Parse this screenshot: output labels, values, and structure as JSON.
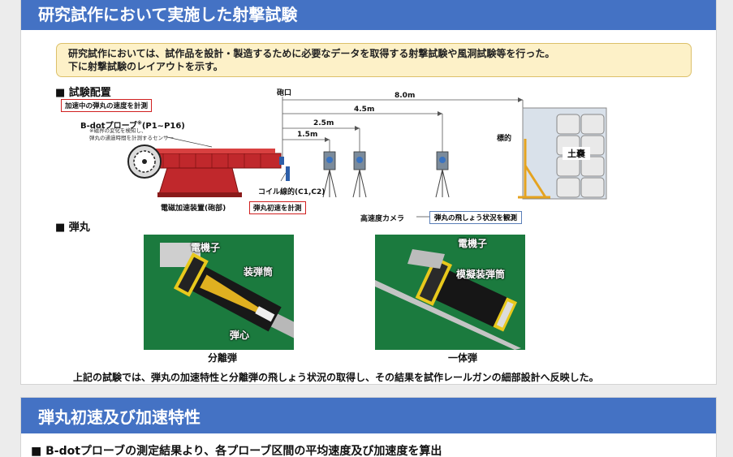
{
  "slide1": {
    "title": "研究試作において実施した射撃試験",
    "intro_line1": "研究試作においては、試作品を設計・製造するために必要なデータを取得する射撃試験や風洞試験等を行った。",
    "intro_line2": "下に射撃試験のレイアウトを示す。",
    "section_layout": "■ 試験配置",
    "section_projectile": "■ 弾丸",
    "labels": {
      "muzzle": "砲口",
      "dist_8": "8.0m",
      "dist_45": "4.5m",
      "dist_25": "2.5m",
      "dist_15": "1.5m",
      "target": "標的",
      "sandbag": "土嚢",
      "accel_speed": "加速中の弾丸の速度を計測",
      "bdot": "B-dotプローブ",
      "bdot_note": "※",
      "bdot_range": "(P1~P16)",
      "bdot_desc1": "※磁界の変化を検知し、",
      "bdot_desc2": "弾丸の通過時間を計測するセンサー",
      "coil": "コイル線的(C1,C2)",
      "initial_speed": "弾丸初速を計測",
      "launcher": "電磁加速装置(砲部)",
      "camera": "高速度カメラ",
      "camera_note": "弾丸の飛しょう状況を観測"
    },
    "photo_left": {
      "electrode": "電機子",
      "sabot": "装弾筒",
      "core": "弾心",
      "caption": "分離弾"
    },
    "photo_right": {
      "electrode": "電機子",
      "sabot": "模擬装弾筒",
      "caption": "一体弾"
    },
    "summary": "上記の試験では、弾丸の加速特性と分離弾の飛しょう状況の取得し、その結果を試作レールガンの細部設計へ反映した。"
  },
  "slide2": {
    "title": "弾丸初速及び加速特性",
    "subtitle": "■ B-dotプローブの測定結果より、各プローブ区間の平均速度及び加速度を算出"
  },
  "colors": {
    "header_bg": "#4472c4",
    "intro_bg": "#fdf1c8",
    "photo_bg": "#1b7a3e",
    "launcher_red": "#c0282c",
    "callout_red": "#d02020"
  }
}
